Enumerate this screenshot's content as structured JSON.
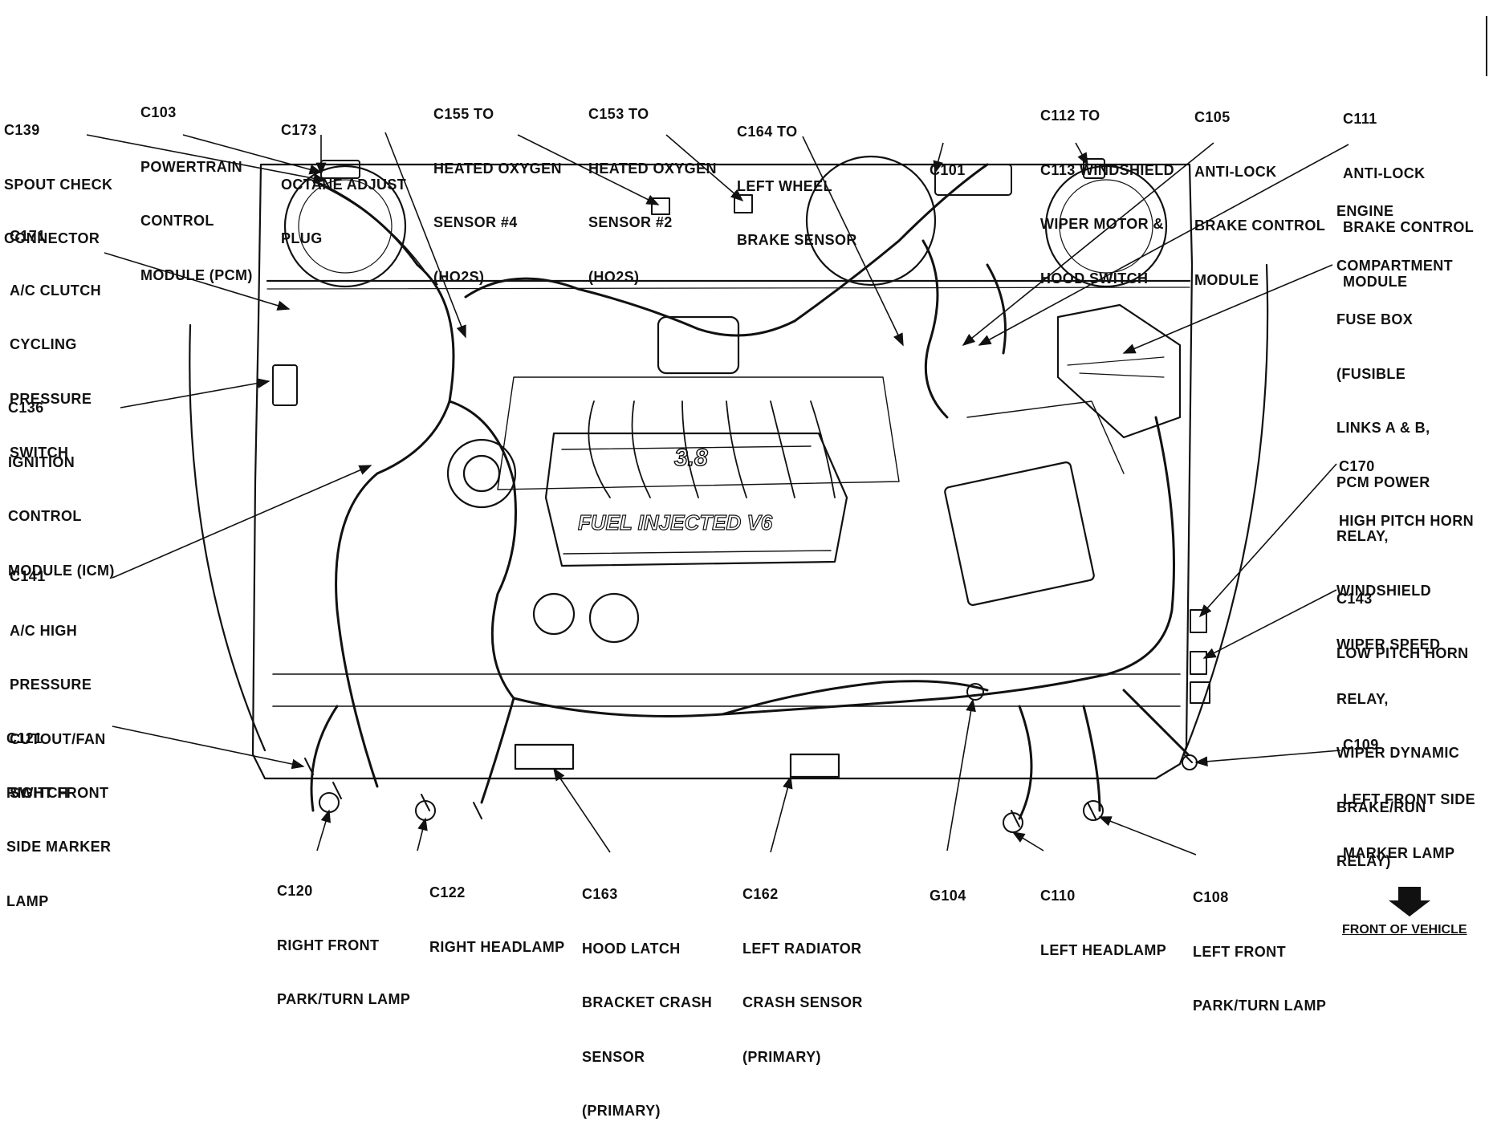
{
  "labels": [
    {
      "id": "c139",
      "lines": [
        "C139",
        "SPOUT CHECK",
        "CONNECTOR"
      ]
    },
    {
      "id": "c103",
      "lines": [
        "C103",
        "POWERTRAIN",
        "CONTROL",
        "MODULE (PCM)"
      ]
    },
    {
      "id": "c173",
      "lines": [
        "C173",
        "OCTANE ADJUST",
        "PLUG"
      ]
    },
    {
      "id": "c155",
      "lines": [
        "C155 TO",
        "HEATED OXYGEN",
        "SENSOR #4",
        "(HO2S)"
      ]
    },
    {
      "id": "c153",
      "lines": [
        "C153 TO",
        "HEATED OXYGEN",
        "SENSOR #2",
        "(HO2S)"
      ]
    },
    {
      "id": "c164",
      "lines": [
        "C164 TO",
        "LEFT WHEEL",
        "BRAKE SENSOR"
      ]
    },
    {
      "id": "c101",
      "lines": [
        "C101"
      ]
    },
    {
      "id": "c112",
      "lines": [
        "C112 TO",
        "C113 WINDSHIELD",
        "WIPER MOTOR &",
        "HOOD SWITCH"
      ]
    },
    {
      "id": "c105",
      "lines": [
        "C105",
        "ANTI-LOCK",
        "BRAKE CONTROL",
        "MODULE"
      ]
    },
    {
      "id": "c111",
      "lines": [
        "C111",
        "ANTI-LOCK",
        "BRAKE CONTROL",
        "MODULE"
      ]
    },
    {
      "id": "fusebox",
      "lines": [
        "ENGINE",
        "COMPARTMENT",
        "FUSE BOX",
        "(FUSIBLE",
        "LINKS A & B,",
        "PCM POWER",
        "RELAY,",
        "WINDSHIELD",
        "WIPER SPEED",
        "RELAY,",
        "WIPER DYNAMIC",
        "BRAKE/RUN",
        "RELAY)"
      ]
    },
    {
      "id": "c171",
      "lines": [
        "C171",
        "A/C CLUTCH",
        "CYCLING",
        "PRESSURE",
        "SWITCH"
      ]
    },
    {
      "id": "c136",
      "lines": [
        "C136",
        "IGNITION",
        "CONTROL",
        "MODULE (ICM)"
      ]
    },
    {
      "id": "c170",
      "lines": [
        "C170",
        "HIGH PITCH HORN"
      ]
    },
    {
      "id": "c141",
      "lines": [
        "C141",
        "A/C HIGH",
        "PRESSURE",
        "CUTOUT/FAN",
        "SWITCH"
      ]
    },
    {
      "id": "c143",
      "lines": [
        "C143",
        "LOW PITCH HORN"
      ]
    },
    {
      "id": "c121",
      "lines": [
        "C121",
        "RIGHT FRONT",
        "SIDE MARKER",
        "LAMP"
      ]
    },
    {
      "id": "c109",
      "lines": [
        "C109",
        "LEFT FRONT SIDE",
        "MARKER LAMP"
      ]
    },
    {
      "id": "c120",
      "lines": [
        "C120",
        "RIGHT FRONT",
        "PARK/TURN LAMP"
      ]
    },
    {
      "id": "c122",
      "lines": [
        "C122",
        "RIGHT HEADLAMP"
      ]
    },
    {
      "id": "c163",
      "lines": [
        "C163",
        "HOOD LATCH",
        "BRACKET CRASH",
        "SENSOR",
        "(PRIMARY)"
      ]
    },
    {
      "id": "c162",
      "lines": [
        "C162",
        "LEFT RADIATOR",
        "CRASH SENSOR",
        "(PRIMARY)"
      ]
    },
    {
      "id": "g104",
      "lines": [
        "G104"
      ]
    },
    {
      "id": "c110",
      "lines": [
        "C110",
        "LEFT HEADLAMP"
      ]
    },
    {
      "id": "c108",
      "lines": [
        "C108",
        "LEFT FRONT",
        "PARK/TURN LAMP"
      ]
    }
  ],
  "engine_marking_1": "3.8",
  "engine_marking_2": "FUEL INJECTED V6",
  "front_of_vehicle": "FRONT OF VEHICLE"
}
